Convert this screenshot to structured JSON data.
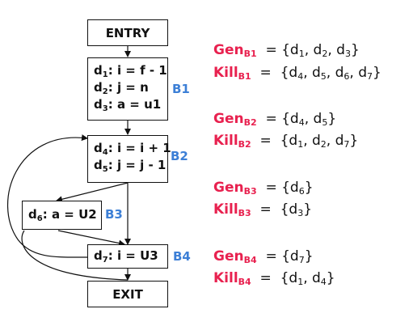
{
  "diagram": {
    "entry_label": "ENTRY",
    "exit_label": "EXIT",
    "blocks": {
      "B1": {
        "label": "B1",
        "stmts": [
          [
            "d",
            "1",
            ": i = f - 1"
          ],
          [
            "d",
            "2",
            ": j = n"
          ],
          [
            "d",
            "3",
            ": a = u1"
          ]
        ]
      },
      "B2": {
        "label": "B2",
        "stmts": [
          [
            "d",
            "4",
            ": i = i + 1"
          ],
          [
            "d",
            "5",
            ": j = j - 1"
          ]
        ]
      },
      "B3": {
        "label": "B3",
        "stmts": [
          [
            "d",
            "6",
            ": a = U2"
          ]
        ]
      },
      "B4": {
        "label": "B4",
        "stmts": [
          [
            "d",
            "7",
            ": i = U3"
          ]
        ]
      }
    },
    "edges": [
      [
        "ENTRY",
        "B1"
      ],
      [
        "B1",
        "B2"
      ],
      [
        "B2",
        "B3"
      ],
      [
        "B2",
        "B4"
      ],
      [
        "B3",
        "B4"
      ],
      [
        "B4",
        "EXIT"
      ],
      [
        "B4",
        "B2"
      ],
      [
        "B3",
        "EXIT"
      ]
    ]
  },
  "equations": [
    {
      "kw": "Gen",
      "block": "B1",
      "vals": [
        "1",
        "2",
        "3"
      ]
    },
    {
      "kw": "Kill",
      "block": "B1",
      "vals": [
        "4",
        "5",
        "6",
        "7"
      ]
    },
    {
      "kw": "Gen",
      "block": "B2",
      "vals": [
        "4",
        "5"
      ]
    },
    {
      "kw": "Kill",
      "block": "B2",
      "vals": [
        "1",
        "2",
        "7"
      ]
    },
    {
      "kw": "Gen",
      "block": "B3",
      "vals": [
        "6"
      ]
    },
    {
      "kw": "Kill",
      "block": "B3",
      "vals": [
        "3"
      ]
    },
    {
      "kw": "Gen",
      "block": "B4",
      "vals": [
        "7"
      ]
    },
    {
      "kw": "Kill",
      "block": "B4",
      "vals": [
        "1",
        "4"
      ]
    }
  ],
  "colors": {
    "keyword": "#e8214f",
    "block_label": "#3c7fd6",
    "line": "#111111"
  }
}
